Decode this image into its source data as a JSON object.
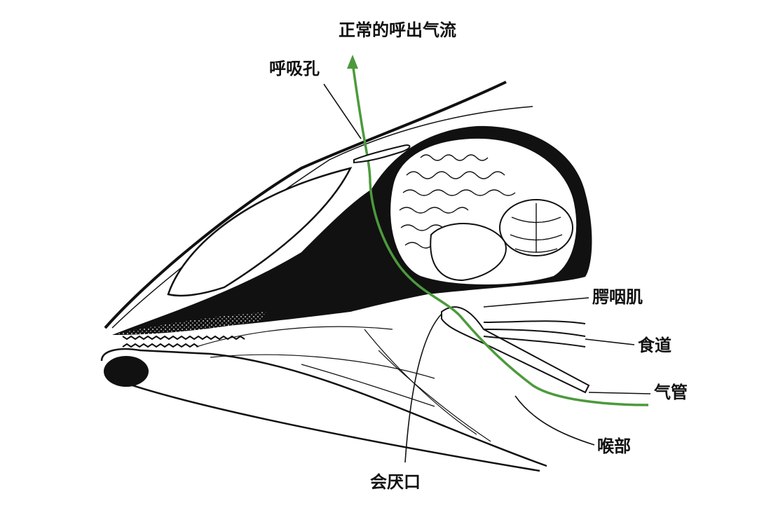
{
  "labels": {
    "airflow": "正常的呼出气流",
    "blowhole": "呼吸孔",
    "palatopharyngeal": "腭咽肌",
    "esophagus": "食道",
    "trachea": "气管",
    "larynx": "喉部",
    "epiglottis": "会厌口"
  },
  "colors": {
    "airflow_line": "#4c9a3c",
    "ink": "#111111",
    "background": "#ffffff"
  }
}
